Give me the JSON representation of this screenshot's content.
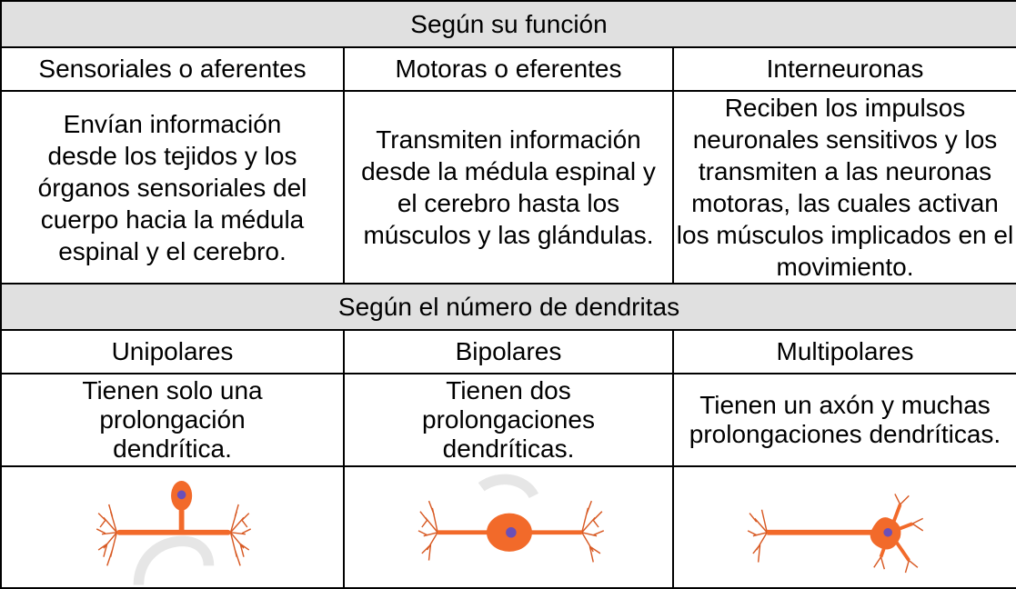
{
  "section_function": {
    "title": "Según su función",
    "types": [
      {
        "label": "Sensoriales o aferentes",
        "description": "Envían información desde los tejidos y los órganos sensoriales del cuerpo hacia la médula espinal y el cerebro."
      },
      {
        "label": "Motoras o eferentes",
        "description": "Transmiten información desde la médula espinal y el cerebro hasta los músculos y las glándulas."
      },
      {
        "label": "Interneuronas",
        "description": "Reciben los impulsos neuronales sensitivos y los transmiten a las neuronas motoras, las cuales activan los músculos implicados en el movimiento."
      }
    ]
  },
  "section_dendrites": {
    "title": "Según el número de dendritas",
    "types": [
      {
        "label": "Unipolares",
        "description": "Tienen solo una prolongación dendrítica.",
        "illustration": "unipolar-neuron-icon"
      },
      {
        "label": "Bipolares",
        "description": "Tienen dos prolongaciones dendríticas.",
        "illustration": "bipolar-neuron-icon"
      },
      {
        "label": "Multipolares",
        "description": "Tienen un axón y muchas prolongaciones dendríticas.",
        "illustration": "multipolar-neuron-icon"
      }
    ]
  },
  "colors": {
    "header_background": "#e0e0e0",
    "border": "#000000",
    "neuron_body": "#f26a2a",
    "neuron_nucleus": "#6b4fb8"
  }
}
